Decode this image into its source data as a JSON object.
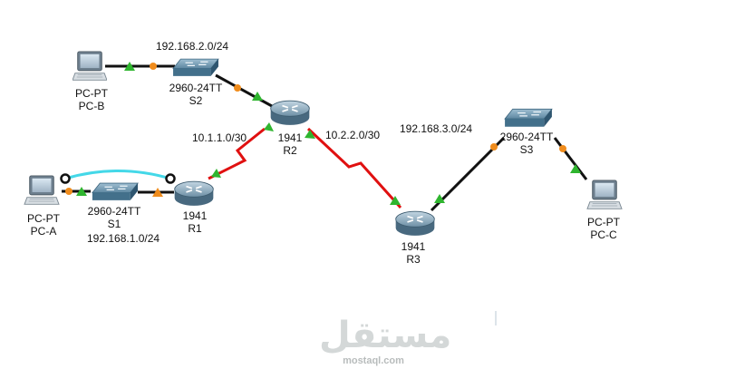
{
  "devices": {
    "pc_b": {
      "type": "PC-PT",
      "name": "PC-B"
    },
    "pc_a": {
      "type": "PC-PT",
      "name": "PC-A"
    },
    "pc_c": {
      "type": "PC-PT",
      "name": "PC-C"
    },
    "s1": {
      "type": "2960-24TT",
      "name": "S1"
    },
    "s2": {
      "type": "2960-24TT",
      "name": "S2"
    },
    "s3": {
      "type": "2960-24TT",
      "name": "S3"
    },
    "r1": {
      "type": "1941",
      "name": "R1"
    },
    "r2": {
      "type": "1941",
      "name": "R2"
    },
    "r3": {
      "type": "1941",
      "name": "R3"
    }
  },
  "networks": {
    "lan_b": "192.168.2.0/24",
    "lan_a": "192.168.1.0/24",
    "lan_c": "192.168.3.0/24",
    "wan_r1_r2": "10.1.1.0/30",
    "wan_r2_r3": "10.2.2.0/30"
  },
  "watermark": {
    "brand_ar": "مستقل",
    "url": "mostaql.com"
  },
  "colors": {
    "ethernet": "#111111",
    "serial": "#e01010",
    "console": "#44d8e8",
    "link_up": "#2fb52f",
    "link_pending": "#f08c1c"
  }
}
